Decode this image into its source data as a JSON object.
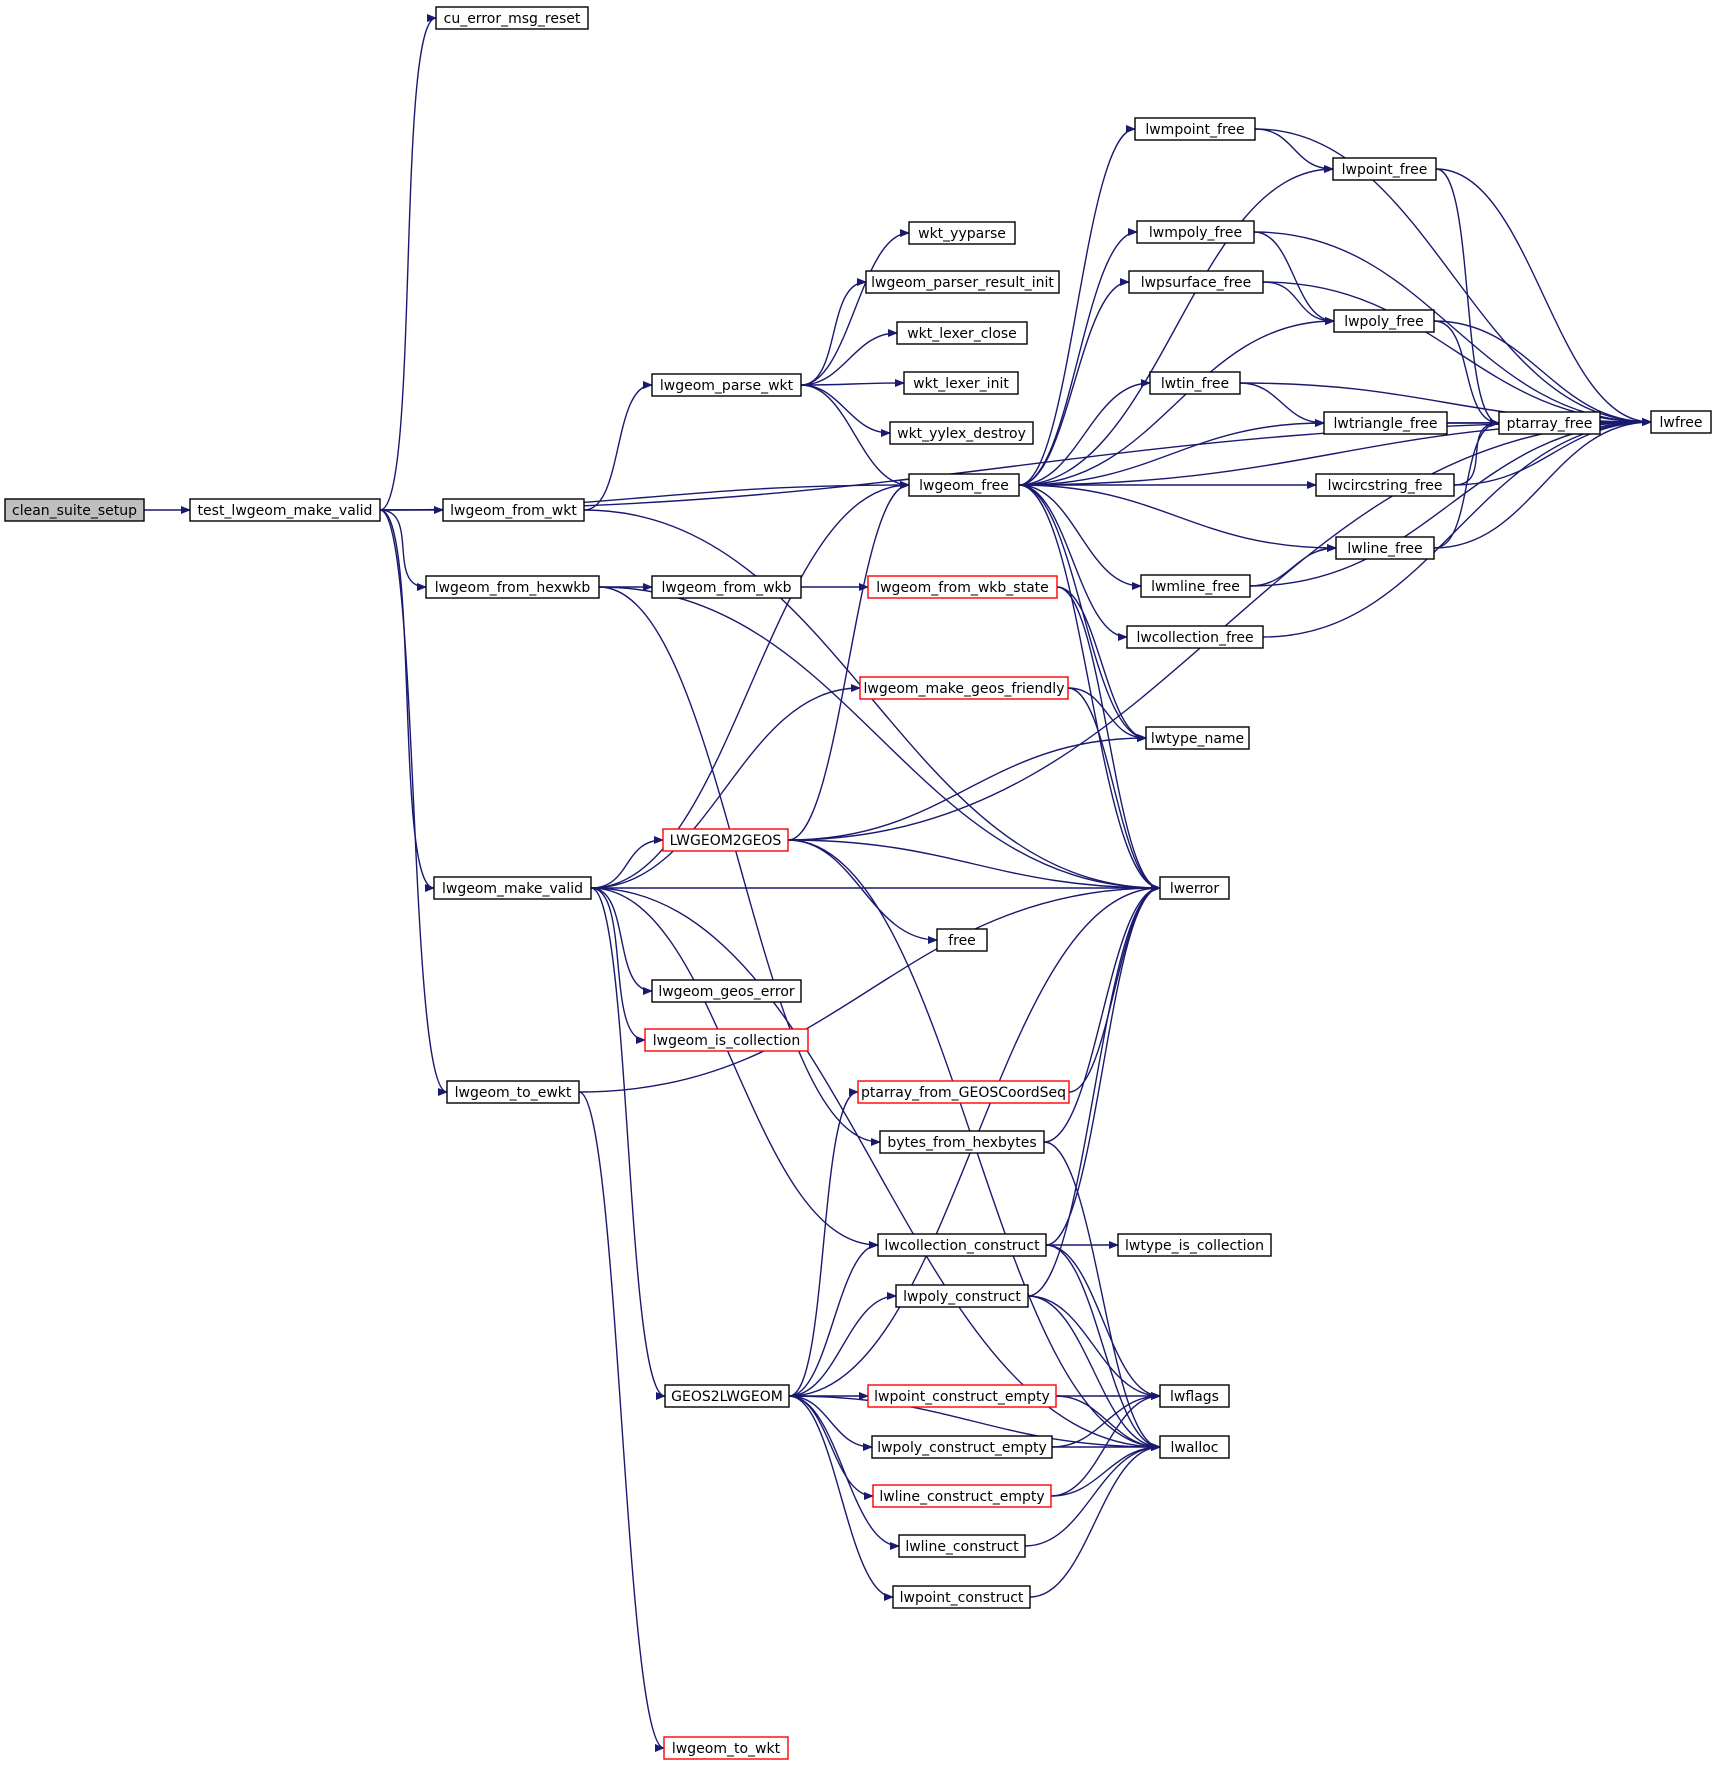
{
  "graph": {
    "edge_color": "#191970",
    "border_color": "#000000",
    "highlight_border_color": "#ff0000",
    "root_fill": "#bfbfbf",
    "nodes": [
      {
        "id": "clean_suite_setup",
        "label": "clean_suite_setup",
        "style": "root"
      },
      {
        "id": "test_lwgeom_make_valid",
        "label": "test_lwgeom_make_valid",
        "style": "normal"
      },
      {
        "id": "cu_error_msg_reset",
        "label": "cu_error_msg_reset",
        "style": "normal"
      },
      {
        "id": "lwfree",
        "label": "lwfree",
        "style": "normal"
      },
      {
        "id": "lwgeom_free",
        "label": "lwgeom_free",
        "style": "normal"
      },
      {
        "id": "lwgeom_from_wkt",
        "label": "lwgeom_from_wkt",
        "style": "normal"
      },
      {
        "id": "lwgeom_from_hexwkb",
        "label": "lwgeom_from_hexwkb",
        "style": "normal"
      },
      {
        "id": "lwgeom_make_valid",
        "label": "lwgeom_make_valid",
        "style": "normal"
      },
      {
        "id": "lwgeom_to_ewkt",
        "label": "lwgeom_to_ewkt",
        "style": "normal"
      },
      {
        "id": "lwgeom_parse_wkt",
        "label": "lwgeom_parse_wkt",
        "style": "normal"
      },
      {
        "id": "wkt_yyparse",
        "label": "wkt_yyparse",
        "style": "normal"
      },
      {
        "id": "lwgeom_parser_result_init",
        "label": "lwgeom_parser_result_init",
        "style": "normal"
      },
      {
        "id": "wkt_lexer_close",
        "label": "wkt_lexer_close",
        "style": "normal"
      },
      {
        "id": "wkt_lexer_init",
        "label": "wkt_lexer_init",
        "style": "normal"
      },
      {
        "id": "wkt_yylex_destroy",
        "label": "wkt_yylex_destroy",
        "style": "normal"
      },
      {
        "id": "lwmpoint_free",
        "label": "lwmpoint_free",
        "style": "normal"
      },
      {
        "id": "lwpoint_free",
        "label": "lwpoint_free",
        "style": "normal"
      },
      {
        "id": "lwmpoly_free",
        "label": "lwmpoly_free",
        "style": "normal"
      },
      {
        "id": "lwpsurface_free",
        "label": "lwpsurface_free",
        "style": "normal"
      },
      {
        "id": "lwpoly_free",
        "label": "lwpoly_free",
        "style": "normal"
      },
      {
        "id": "lwtin_free",
        "label": "lwtin_free",
        "style": "normal"
      },
      {
        "id": "lwtriangle_free",
        "label": "lwtriangle_free",
        "style": "normal"
      },
      {
        "id": "ptarray_free",
        "label": "ptarray_free",
        "style": "normal"
      },
      {
        "id": "lwcircstring_free",
        "label": "lwcircstring_free",
        "style": "normal"
      },
      {
        "id": "lwline_free",
        "label": "lwline_free",
        "style": "normal"
      },
      {
        "id": "lwmline_free",
        "label": "lwmline_free",
        "style": "normal"
      },
      {
        "id": "lwcollection_free",
        "label": "lwcollection_free",
        "style": "normal"
      },
      {
        "id": "lwtype_name",
        "label": "lwtype_name",
        "style": "normal"
      },
      {
        "id": "lwerror",
        "label": "lwerror",
        "style": "normal"
      },
      {
        "id": "lwgeom_from_wkb",
        "label": "lwgeom_from_wkb",
        "style": "normal"
      },
      {
        "id": "lwgeom_from_wkb_state",
        "label": "lwgeom_from_wkb_state",
        "style": "red"
      },
      {
        "id": "lwgeom_make_geos_friendly",
        "label": "lwgeom_make_geos_friendly",
        "style": "red"
      },
      {
        "id": "LWGEOM2GEOS",
        "label": "LWGEOM2GEOS",
        "style": "red"
      },
      {
        "id": "free",
        "label": "free",
        "style": "normal"
      },
      {
        "id": "lwgeom_geos_error",
        "label": "lwgeom_geos_error",
        "style": "normal"
      },
      {
        "id": "lwgeom_is_collection",
        "label": "lwgeom_is_collection",
        "style": "red"
      },
      {
        "id": "ptarray_from_GEOSCoordSeq",
        "label": "ptarray_from_GEOSCoordSeq",
        "style": "red"
      },
      {
        "id": "bytes_from_hexbytes",
        "label": "bytes_from_hexbytes",
        "style": "normal"
      },
      {
        "id": "lwcollection_construct",
        "label": "lwcollection_construct",
        "style": "normal"
      },
      {
        "id": "lwtype_is_collection",
        "label": "lwtype_is_collection",
        "style": "normal"
      },
      {
        "id": "lwpoly_construct",
        "label": "lwpoly_construct",
        "style": "normal"
      },
      {
        "id": "GEOS2LWGEOM",
        "label": "GEOS2LWGEOM",
        "style": "normal"
      },
      {
        "id": "lwpoint_construct_empty",
        "label": "lwpoint_construct_empty",
        "style": "red"
      },
      {
        "id": "lwflags",
        "label": "lwflags",
        "style": "normal"
      },
      {
        "id": "lwpoly_construct_empty",
        "label": "lwpoly_construct_empty",
        "style": "normal"
      },
      {
        "id": "lwalloc",
        "label": "lwalloc",
        "style": "normal"
      },
      {
        "id": "lwline_construct_empty",
        "label": "lwline_construct_empty",
        "style": "red"
      },
      {
        "id": "lwline_construct",
        "label": "lwline_construct",
        "style": "normal"
      },
      {
        "id": "lwpoint_construct",
        "label": "lwpoint_construct",
        "style": "normal"
      },
      {
        "id": "lwgeom_to_wkt",
        "label": "lwgeom_to_wkt",
        "style": "red"
      }
    ],
    "edges": [
      [
        "clean_suite_setup",
        "test_lwgeom_make_valid"
      ],
      [
        "test_lwgeom_make_valid",
        "cu_error_msg_reset"
      ],
      [
        "test_lwgeom_make_valid",
        "lwfree"
      ],
      [
        "test_lwgeom_make_valid",
        "lwgeom_free"
      ],
      [
        "test_lwgeom_make_valid",
        "lwgeom_from_wkt"
      ],
      [
        "test_lwgeom_make_valid",
        "lwgeom_from_hexwkb"
      ],
      [
        "test_lwgeom_make_valid",
        "lwgeom_make_valid"
      ],
      [
        "test_lwgeom_make_valid",
        "lwgeom_to_ewkt"
      ],
      [
        "lwgeom_from_wkt",
        "lwgeom_parse_wkt"
      ],
      [
        "lwgeom_from_wkt",
        "lwerror"
      ],
      [
        "lwgeom_parse_wkt",
        "wkt_yyparse"
      ],
      [
        "lwgeom_parse_wkt",
        "lwgeom_parser_result_init"
      ],
      [
        "lwgeom_parse_wkt",
        "wkt_lexer_close"
      ],
      [
        "lwgeom_parse_wkt",
        "wkt_lexer_init"
      ],
      [
        "lwgeom_parse_wkt",
        "wkt_yylex_destroy"
      ],
      [
        "lwgeom_parse_wkt",
        "lwgeom_free"
      ],
      [
        "lwgeom_free",
        "lwmpoint_free"
      ],
      [
        "lwgeom_free",
        "lwpoint_free"
      ],
      [
        "lwgeom_free",
        "lwmpoly_free"
      ],
      [
        "lwgeom_free",
        "lwpsurface_free"
      ],
      [
        "lwgeom_free",
        "lwpoly_free"
      ],
      [
        "lwgeom_free",
        "lwtin_free"
      ],
      [
        "lwgeom_free",
        "lwtriangle_free"
      ],
      [
        "lwgeom_free",
        "lwcircstring_free"
      ],
      [
        "lwgeom_free",
        "lwline_free"
      ],
      [
        "lwgeom_free",
        "lwmline_free"
      ],
      [
        "lwgeom_free",
        "lwcollection_free"
      ],
      [
        "lwgeom_free",
        "lwtype_name"
      ],
      [
        "lwgeom_free",
        "lwerror"
      ],
      [
        "lwgeom_free",
        "lwfree"
      ],
      [
        "lwmpoint_free",
        "lwpoint_free"
      ],
      [
        "lwmpoint_free",
        "lwfree"
      ],
      [
        "lwpoint_free",
        "ptarray_free"
      ],
      [
        "lwpoint_free",
        "lwfree"
      ],
      [
        "lwmpoly_free",
        "lwpoly_free"
      ],
      [
        "lwmpoly_free",
        "lwfree"
      ],
      [
        "lwpsurface_free",
        "lwpoly_free"
      ],
      [
        "lwpsurface_free",
        "lwfree"
      ],
      [
        "lwpoly_free",
        "ptarray_free"
      ],
      [
        "lwpoly_free",
        "lwfree"
      ],
      [
        "lwtin_free",
        "lwtriangle_free"
      ],
      [
        "lwtin_free",
        "lwfree"
      ],
      [
        "lwtriangle_free",
        "ptarray_free"
      ],
      [
        "lwtriangle_free",
        "lwfree"
      ],
      [
        "lwcircstring_free",
        "ptarray_free"
      ],
      [
        "lwcircstring_free",
        "lwfree"
      ],
      [
        "lwline_free",
        "ptarray_free"
      ],
      [
        "lwline_free",
        "lwfree"
      ],
      [
        "lwmline_free",
        "lwline_free"
      ],
      [
        "lwmline_free",
        "lwfree"
      ],
      [
        "lwcollection_free",
        "lwfree"
      ],
      [
        "ptarray_free",
        "lwfree"
      ],
      [
        "lwgeom_from_hexwkb",
        "lwgeom_from_wkb"
      ],
      [
        "lwgeom_from_hexwkb",
        "bytes_from_hexbytes"
      ],
      [
        "lwgeom_from_hexwkb",
        "lwerror"
      ],
      [
        "lwgeom_from_wkb",
        "lwgeom_from_wkb_state"
      ],
      [
        "lwgeom_from_wkb_state",
        "lwtype_name"
      ],
      [
        "lwgeom_from_wkb_state",
        "lwerror"
      ],
      [
        "lwgeom_make_valid",
        "lwgeom_free"
      ],
      [
        "lwgeom_make_valid",
        "lwgeom_make_geos_friendly"
      ],
      [
        "lwgeom_make_valid",
        "lwerror"
      ],
      [
        "lwgeom_make_valid",
        "LWGEOM2GEOS"
      ],
      [
        "lwgeom_make_valid",
        "lwgeom_geos_error"
      ],
      [
        "lwgeom_make_valid",
        "lwgeom_is_collection"
      ],
      [
        "lwgeom_make_valid",
        "lwcollection_construct"
      ],
      [
        "lwgeom_make_valid",
        "GEOS2LWGEOM"
      ],
      [
        "lwgeom_make_valid",
        "lwalloc"
      ],
      [
        "lwgeom_make_geos_friendly",
        "lwtype_name"
      ],
      [
        "lwgeom_make_geos_friendly",
        "lwerror"
      ],
      [
        "LWGEOM2GEOS",
        "lwgeom_free"
      ],
      [
        "LWGEOM2GEOS",
        "lwtype_name"
      ],
      [
        "LWGEOM2GEOS",
        "lwerror"
      ],
      [
        "LWGEOM2GEOS",
        "free"
      ],
      [
        "LWGEOM2GEOS",
        "lwfree"
      ],
      [
        "LWGEOM2GEOS",
        "lwalloc"
      ],
      [
        "lwgeom_to_ewkt",
        "lwerror"
      ],
      [
        "lwgeom_to_ewkt",
        "lwgeom_to_wkt"
      ],
      [
        "ptarray_from_GEOSCoordSeq",
        "lwerror"
      ],
      [
        "bytes_from_hexbytes",
        "lwerror"
      ],
      [
        "bytes_from_hexbytes",
        "lwalloc"
      ],
      [
        "lwcollection_construct",
        "lwerror"
      ],
      [
        "lwcollection_construct",
        "lwtype_is_collection"
      ],
      [
        "lwcollection_construct",
        "lwflags"
      ],
      [
        "lwcollection_construct",
        "lwalloc"
      ],
      [
        "lwpoly_construct",
        "lwerror"
      ],
      [
        "lwpoly_construct",
        "lwflags"
      ],
      [
        "lwpoly_construct",
        "lwalloc"
      ],
      [
        "GEOS2LWGEOM",
        "ptarray_from_GEOSCoordSeq"
      ],
      [
        "GEOS2LWGEOM",
        "lwerror"
      ],
      [
        "GEOS2LWGEOM",
        "lwcollection_construct"
      ],
      [
        "GEOS2LWGEOM",
        "lwpoly_construct"
      ],
      [
        "GEOS2LWGEOM",
        "lwpoint_construct_empty"
      ],
      [
        "GEOS2LWGEOM",
        "lwpoly_construct_empty"
      ],
      [
        "GEOS2LWGEOM",
        "lwline_construct_empty"
      ],
      [
        "GEOS2LWGEOM",
        "lwline_construct"
      ],
      [
        "GEOS2LWGEOM",
        "lwpoint_construct"
      ],
      [
        "GEOS2LWGEOM",
        "lwalloc"
      ],
      [
        "lwpoint_construct_empty",
        "lwflags"
      ],
      [
        "lwpoint_construct_empty",
        "lwalloc"
      ],
      [
        "lwpoly_construct_empty",
        "lwflags"
      ],
      [
        "lwpoly_construct_empty",
        "lwalloc"
      ],
      [
        "lwline_construct_empty",
        "lwflags"
      ],
      [
        "lwline_construct_empty",
        "lwalloc"
      ],
      [
        "lwline_construct",
        "lwalloc"
      ],
      [
        "lwpoint_construct",
        "lwalloc"
      ]
    ]
  }
}
